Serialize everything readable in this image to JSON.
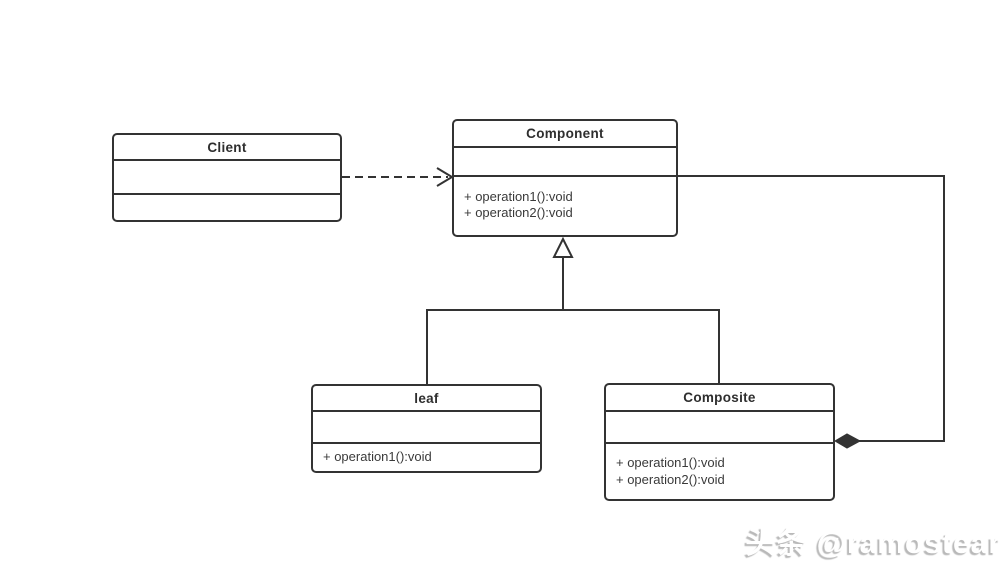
{
  "diagram": {
    "type": "uml-class-diagram",
    "pattern": "Composite",
    "classes": [
      {
        "name": "Client",
        "attributes": [],
        "methods": []
      },
      {
        "name": "Component",
        "attributes": [],
        "methods": [
          "+ operation1():void",
          "+ operation2():void"
        ]
      },
      {
        "name": "leaf",
        "attributes": [],
        "methods": [
          "+ operation1():void"
        ]
      },
      {
        "name": "Composite",
        "attributes": [],
        "methods": [
          "+ operation1():void",
          "+ operation2():void"
        ]
      }
    ],
    "relationships": [
      {
        "from": "Client",
        "to": "Component",
        "type": "dependency",
        "style": "dashed-open-arrow"
      },
      {
        "from": "leaf",
        "to": "Component",
        "type": "generalization",
        "style": "solid-hollow-triangle"
      },
      {
        "from": "Composite",
        "to": "Component",
        "type": "generalization",
        "style": "solid-hollow-triangle"
      },
      {
        "from": "Component",
        "to": "Composite",
        "type": "composition",
        "style": "solid-filled-diamond"
      }
    ]
  },
  "watermark": {
    "text": "头条 @ramostear"
  },
  "colors": {
    "stroke": "#333333",
    "background": "#ffffff",
    "watermark_shadow": "#b9b9b9"
  }
}
